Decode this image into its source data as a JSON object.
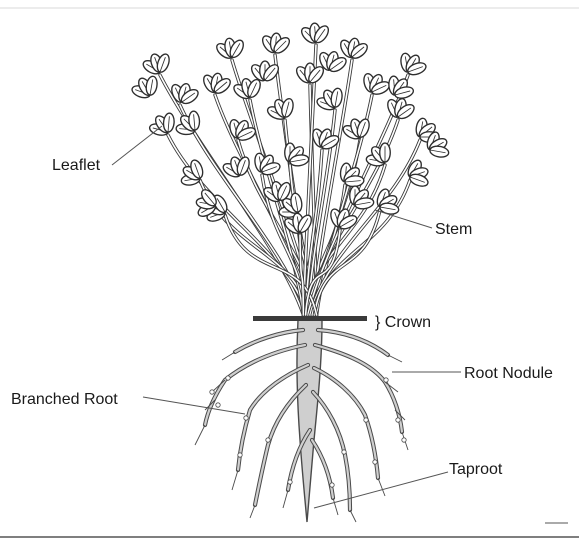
{
  "labels": {
    "leaflet": "Leaflet",
    "stem": "Stem",
    "crown": "} Crown",
    "branched_root": "Branched Root",
    "root_nodule": "Root Nodule",
    "taproot": "Taproot"
  },
  "colors": {
    "stem_fill": "#ffffff",
    "stem_outline": "#3a3a3a",
    "leaf_fill": "#ffffff",
    "leaf_outline": "#2e2e2e",
    "root_fill": "#cfcfcf",
    "root_outline": "#4a4a4a",
    "crown_bar": "#3a3a3a"
  }
}
